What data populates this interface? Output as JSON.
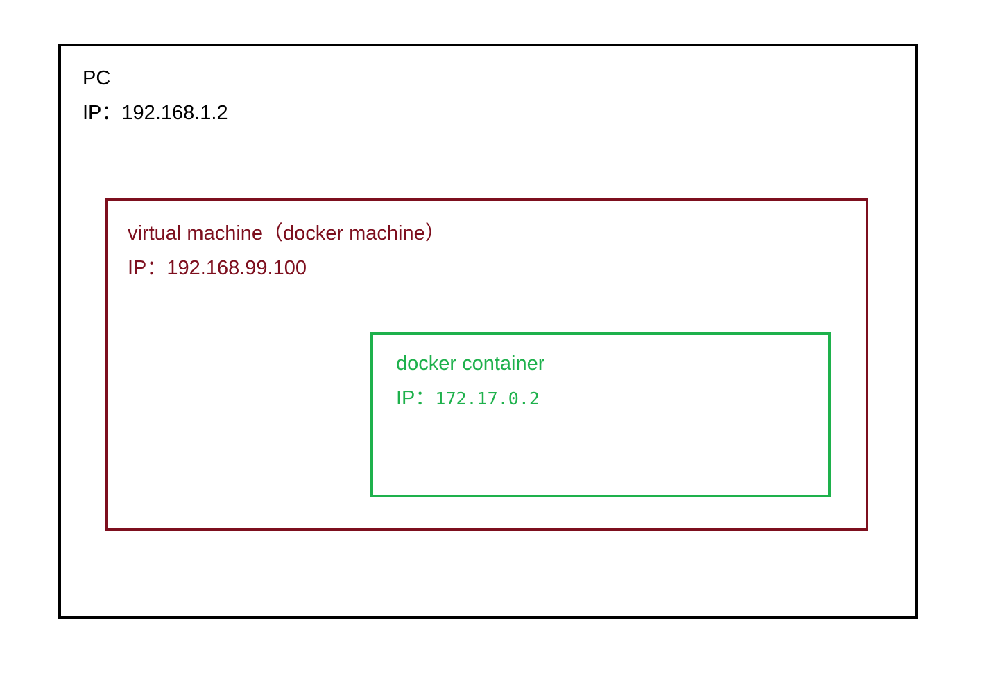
{
  "pc": {
    "name": "PC",
    "ip_prefix": "IP：",
    "ip": "192.168.1.2",
    "color": "#000000"
  },
  "virtual_machine": {
    "name": "virtual machine（docker machine）",
    "ip_prefix": "IP：",
    "ip": "192.168.99.100",
    "color": "#7d0f1e"
  },
  "docker_container": {
    "name": "docker container",
    "ip_prefix": "IP：",
    "ip": "172.17.0.2",
    "color": "#1eb14c"
  }
}
